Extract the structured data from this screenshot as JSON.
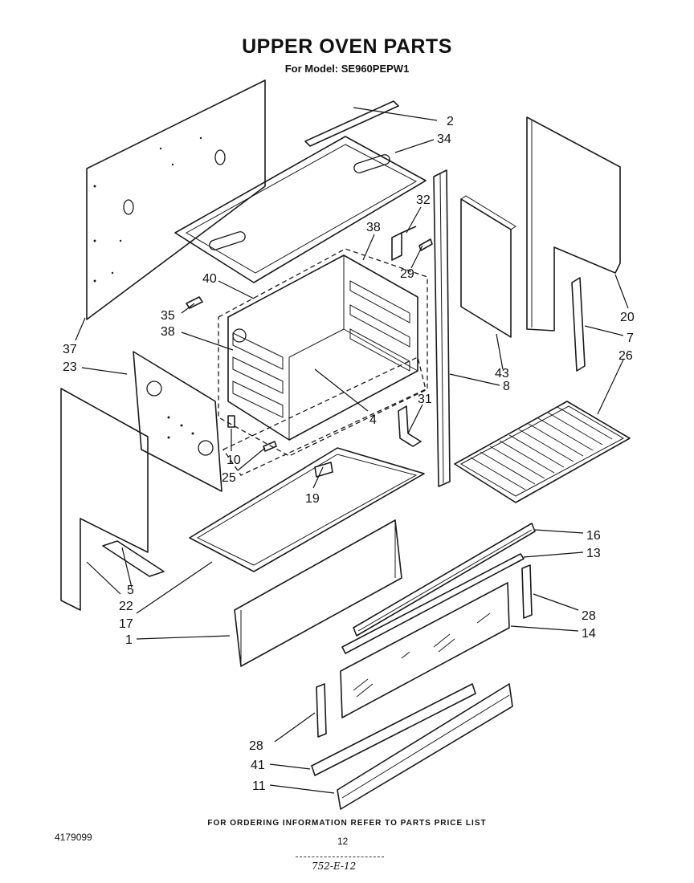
{
  "title": "UPPER OVEN PARTS",
  "subtitle": "For Model: SE960PEPW1",
  "footer_note": "FOR ORDERING INFORMATION REFER TO PARTS PRICE LIST",
  "doc_number": "4179099",
  "page_number": "12",
  "handwritten_code": "752-E-12",
  "callouts": [
    {
      "key": "c2",
      "label": "2"
    },
    {
      "key": "c34",
      "label": "34"
    },
    {
      "key": "c32",
      "label": "32"
    },
    {
      "key": "c38a",
      "label": "38"
    },
    {
      "key": "c29",
      "label": "29"
    },
    {
      "key": "c40",
      "label": "40"
    },
    {
      "key": "c35",
      "label": "35"
    },
    {
      "key": "c38b",
      "label": "38"
    },
    {
      "key": "c37",
      "label": "37"
    },
    {
      "key": "c23",
      "label": "23"
    },
    {
      "key": "c43",
      "label": "43"
    },
    {
      "key": "c8",
      "label": "8"
    },
    {
      "key": "c20",
      "label": "20"
    },
    {
      "key": "c7",
      "label": "7"
    },
    {
      "key": "c26",
      "label": "26"
    },
    {
      "key": "c31",
      "label": "31"
    },
    {
      "key": "c4",
      "label": "4"
    },
    {
      "key": "c10",
      "label": "10"
    },
    {
      "key": "c25",
      "label": "25"
    },
    {
      "key": "c19",
      "label": "19"
    },
    {
      "key": "c16",
      "label": "16"
    },
    {
      "key": "c13",
      "label": "13"
    },
    {
      "key": "c28a",
      "label": "28"
    },
    {
      "key": "c14",
      "label": "14"
    },
    {
      "key": "c5",
      "label": "5"
    },
    {
      "key": "c22",
      "label": "22"
    },
    {
      "key": "c17",
      "label": "17"
    },
    {
      "key": "c1",
      "label": "1"
    },
    {
      "key": "c28b",
      "label": "28"
    },
    {
      "key": "c41",
      "label": "41"
    },
    {
      "key": "c11",
      "label": "11"
    }
  ]
}
